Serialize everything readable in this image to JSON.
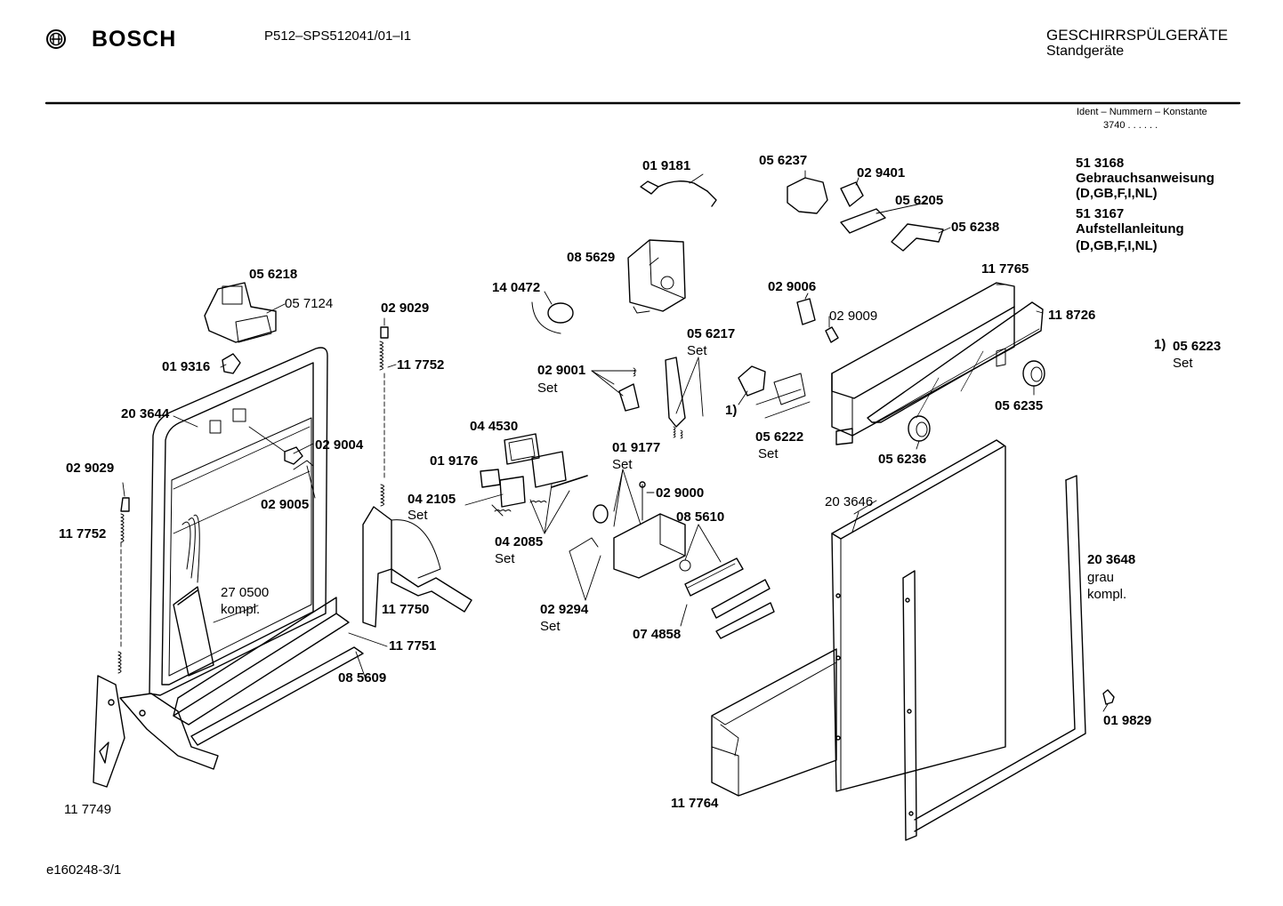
{
  "header": {
    "brand": "BOSCH",
    "model": "P512–SPS512041/01–I1",
    "category": "GESCHIRRSPÜLGERÄTE",
    "subcategory": "Standgeräte",
    "ident_caption": "Ident – Nummern – Konstante",
    "ident_value": "3740 . .  . . . ."
  },
  "info": {
    "doc1_number": "51 3168",
    "doc1_title": "Gebrauchsanweisung",
    "doc1_langs": "(D,GB,F,I,NL)",
    "doc2_number": "51 3167",
    "doc2_title": "Aufstellanleitung",
    "doc2_langs": "(D,GB,F,I,NL)"
  },
  "parts": {
    "p019181": "01 9181",
    "p056237": "05 6237",
    "p029401": "02 9401",
    "p056205": "05 6205",
    "p056238": "05 6238",
    "p085629": "08 5629",
    "p140472": "14 0472",
    "p056218": "05 6218",
    "p057124": "05 7124",
    "p029029a": "02 9029",
    "p117752a": "11 7752",
    "p019316": "01 9316",
    "p203644": "20 3644",
    "p029004": "02 9004",
    "p029005": "02 9005",
    "p029029b": "02 9029",
    "p117752b": "11 7752",
    "p270500": "27 0500",
    "p270500_note": "kompl.",
    "p117749": "11 7749",
    "p085609": "08 5609",
    "p117751": "11 7751",
    "p117750": "11 7750",
    "p044530": "04 4530",
    "p019176": "01 9176",
    "p042105": "04 2105",
    "p042105_note": "Set",
    "p042085": "04 2085",
    "p042085_note": "Set",
    "p029001": "02 9001",
    "p029001_note": "Set",
    "p056217": "05 6217",
    "p056217_note": "Set",
    "p019177": "01 9177",
    "p019177_note": "Set",
    "p029000": "02 9000",
    "p085610": "08 5610",
    "p029294": "02 9294",
    "p029294_note": "Set",
    "p074858": "07 4858",
    "p029006": "02 9006",
    "p029009": "02 9009",
    "p056222": "05 6222",
    "p056222_note": "Set",
    "p_ref1": "1)",
    "p117765": "11 7765",
    "p118726": "11 8726",
    "p056223_ref": "1)",
    "p056223": "05 6223",
    "p056223_note": "Set",
    "p056235": "05 6235",
    "p056236": "05 6236",
    "p203646": "20 3646",
    "p203648": "20 3648",
    "p203648_note1": "grau",
    "p203648_note2": "kompl.",
    "p019829": "01 9829",
    "p117764": "11 7764"
  },
  "footer": {
    "drawing_id": "e160248-3/1"
  }
}
